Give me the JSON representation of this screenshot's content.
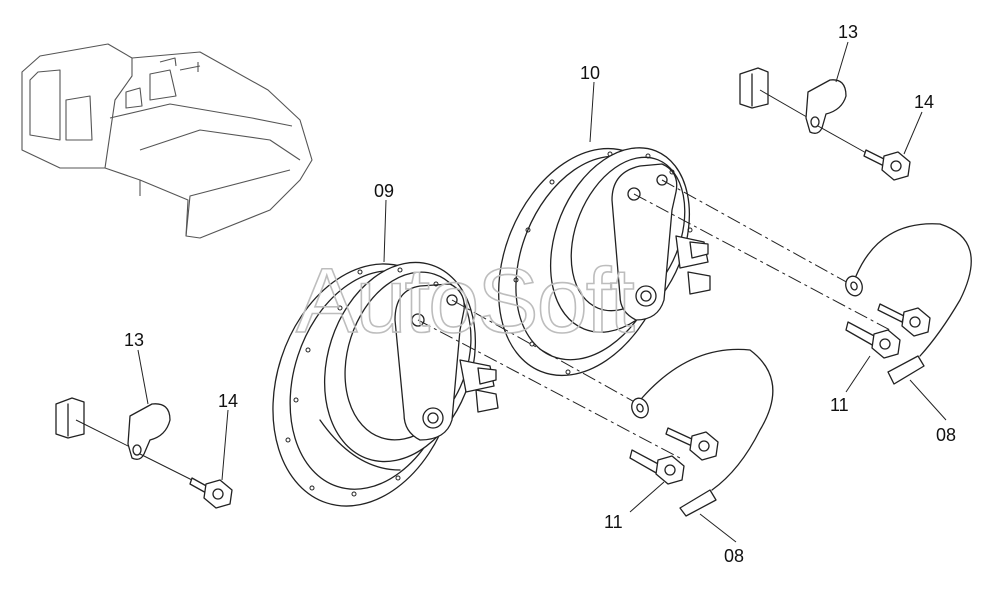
{
  "watermark": "AutoSoft",
  "callouts": {
    "horn_upper": "10",
    "horn_lower": "09",
    "clamp_top": "13",
    "bolt_top": "14",
    "clamp_left": "13",
    "bolt_left": "14",
    "screw_right": "11",
    "screw_lower": "11",
    "wire_right": "08",
    "wire_lower": "08"
  }
}
